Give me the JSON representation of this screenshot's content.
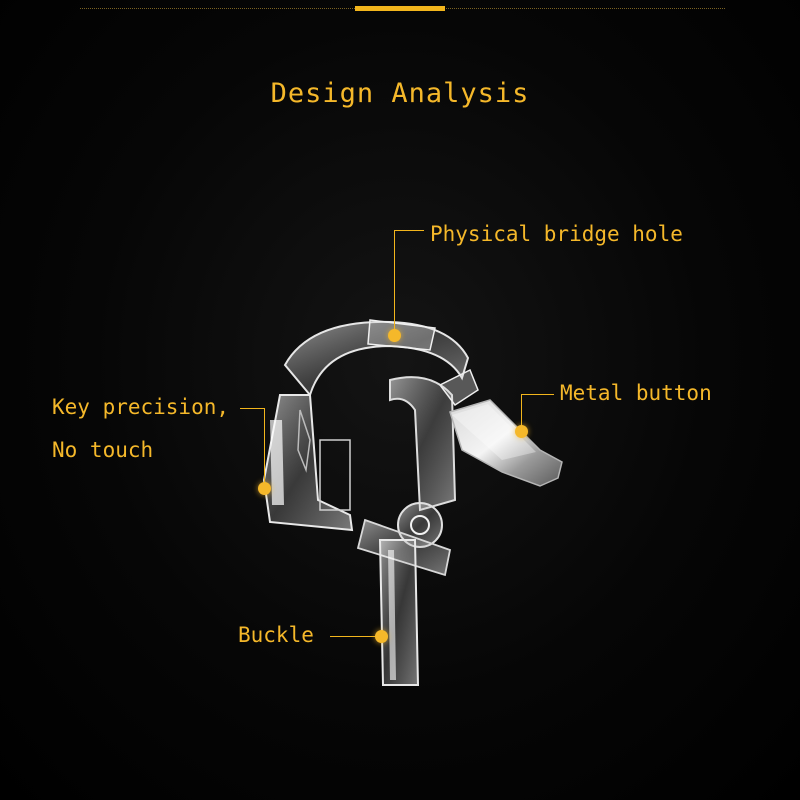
{
  "title": "Design Analysis",
  "callouts": {
    "bridge_hole": "Physical bridge hole",
    "metal_button": "Metal button",
    "key_precision_line1": "Key precision,",
    "key_precision_line2": "No touch",
    "buckle": "Buckle"
  },
  "colors": {
    "background": "#000000",
    "accent": "#f5b82a"
  },
  "icons": [
    "callout-dot-icon",
    "trigger-illustration-icon"
  ]
}
